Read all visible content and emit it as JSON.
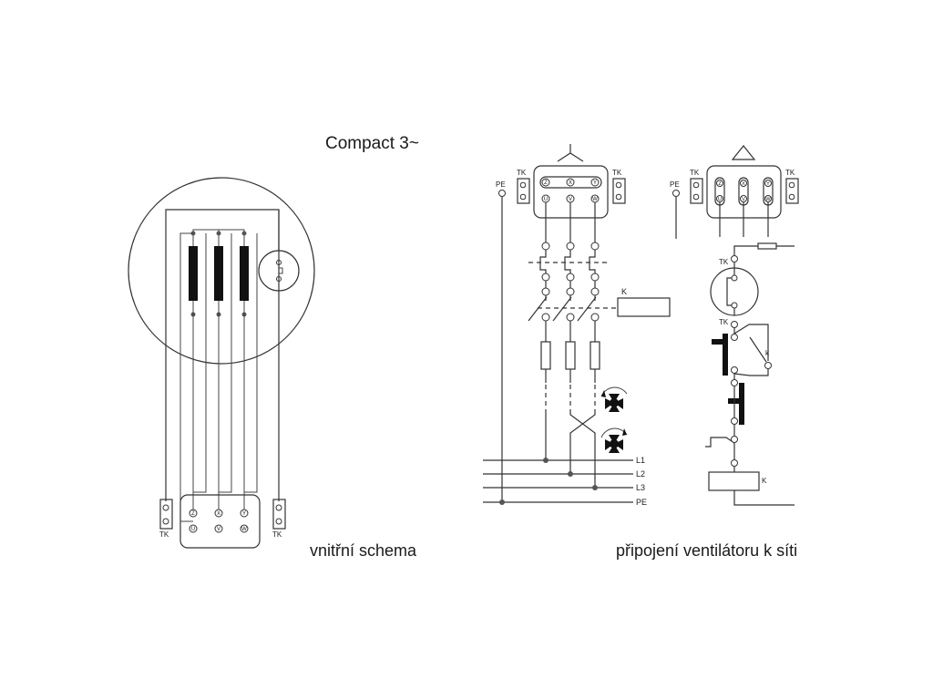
{
  "title": "Compact 3~",
  "captions": {
    "internal": "vnitřní schema",
    "connection": "připojení ventilátoru k síti"
  },
  "labels": {
    "tk": "TK",
    "pe": "PE",
    "k": "K",
    "k_small": "k",
    "l1": "L1",
    "l2": "L2",
    "l3": "L3",
    "terminals_top": [
      "Z",
      "X",
      "Y"
    ],
    "terminals_bottom": [
      "U",
      "V",
      "W"
    ]
  },
  "colors": {
    "line": "#333333",
    "coil": "#111111"
  }
}
